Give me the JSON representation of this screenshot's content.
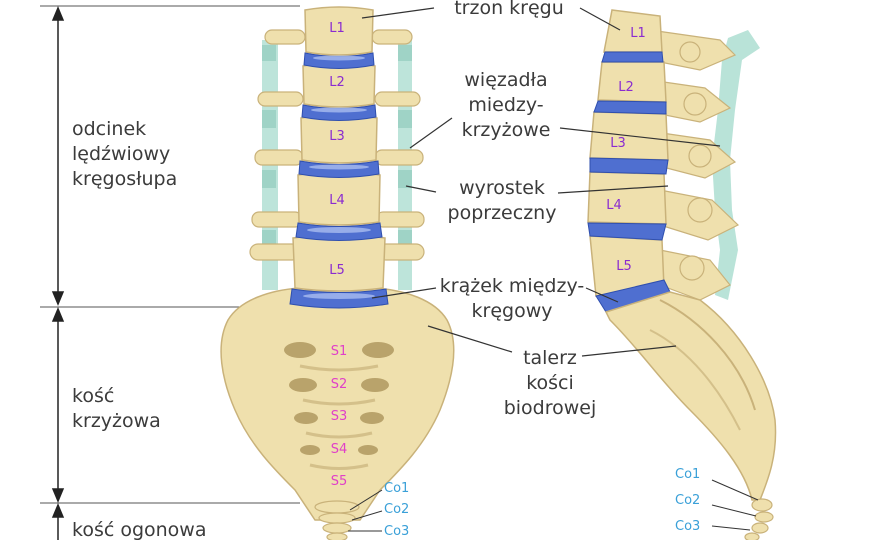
{
  "regions": {
    "lumbar": "odcinek\nlędźwiowy\nkręgosłupa",
    "sacrum": "kość\nkrzyżowa",
    "coccyx": "kość ogonowa"
  },
  "callouts": {
    "vertebral_body": "trzon kręgu",
    "ligaments": "więzadła\nmiedzy-\nkrzyżowe",
    "transverse_process": "wyrostek\npoprzeczny",
    "disc": "krążek między-\nkręgowy",
    "iliac": "talerz\nkości\nbiodrowej"
  },
  "front_view": {
    "lumbar": [
      "L1",
      "L2",
      "L3",
      "L4",
      "L5"
    ],
    "sacral": [
      "S1",
      "S2",
      "S3",
      "S4",
      "S5"
    ],
    "coccygeal": [
      "Co1",
      "Co2",
      "Co3"
    ]
  },
  "side_view": {
    "lumbar": [
      "L1",
      "L2",
      "L3",
      "L4",
      "L5"
    ],
    "coccygeal": [
      "Co1",
      "Co2",
      "Co3"
    ]
  },
  "colors": {
    "bone": "#efe0ad",
    "bone_shade": "#c9b27a",
    "disc": "#4f6fd0",
    "disc_light": "#a9bdf0",
    "ligament": "#b9e3d8",
    "lumbar_text": "#8a2bd0",
    "sacral_text": "#e040c8",
    "coccyx_text": "#3aa0d8",
    "label_text": "#3b3b3b",
    "line": "#333333"
  }
}
